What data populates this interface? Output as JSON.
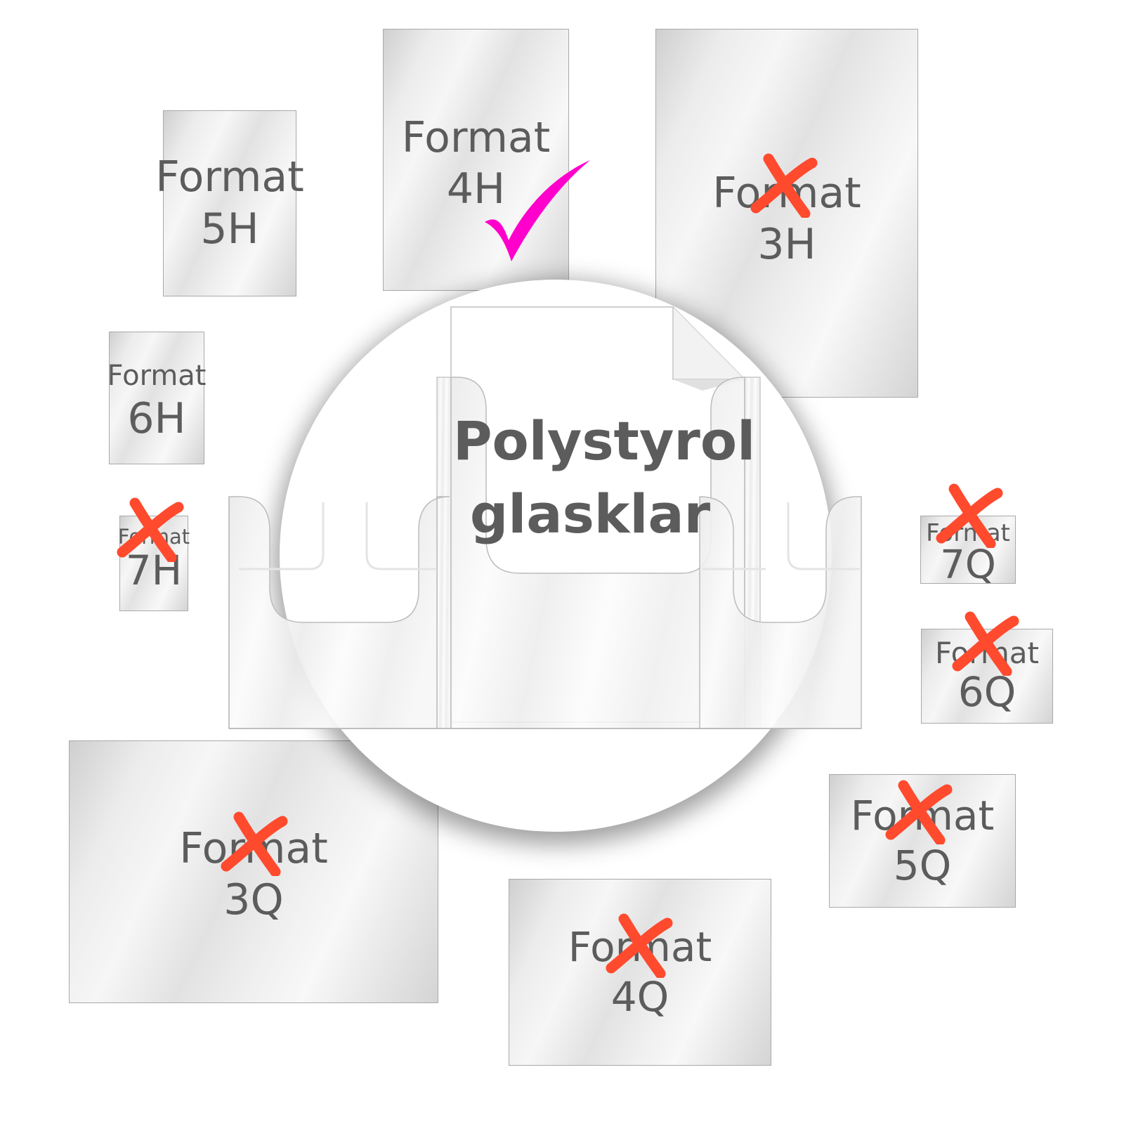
{
  "formats": [
    {
      "id": "5h",
      "line1": "Format",
      "line2": "5H",
      "status": "neutral"
    },
    {
      "id": "4h",
      "line1": "Format",
      "line2": "4H",
      "status": "selected"
    },
    {
      "id": "3h",
      "line1": "Format",
      "line2": "3H",
      "status": "excluded"
    },
    {
      "id": "6h",
      "line1": "Format",
      "line2": "6H",
      "status": "neutral"
    },
    {
      "id": "7h",
      "line1": "Format",
      "line2": "7H",
      "status": "excluded"
    },
    {
      "id": "7q",
      "line1": "Format",
      "line2": "7Q",
      "status": "excluded"
    },
    {
      "id": "6q",
      "line1": "Format",
      "line2": "6Q",
      "status": "excluded"
    },
    {
      "id": "5q",
      "line1": "Format",
      "line2": "5Q",
      "status": "excluded"
    },
    {
      "id": "4q",
      "line1": "Format",
      "line2": "4Q",
      "status": "excluded"
    },
    {
      "id": "3q",
      "line1": "Format",
      "line2": "3Q",
      "status": "excluded"
    }
  ],
  "product": {
    "material": "Polystyrol",
    "finish": "glasklar"
  },
  "colors": {
    "check": "#ff00cc",
    "cross": "#ff4a2e",
    "text": "#5c5c5c",
    "card_border": "#a9a9a9"
  },
  "icons": {
    "selected": "checkmark-icon",
    "excluded": "cross-icon"
  }
}
